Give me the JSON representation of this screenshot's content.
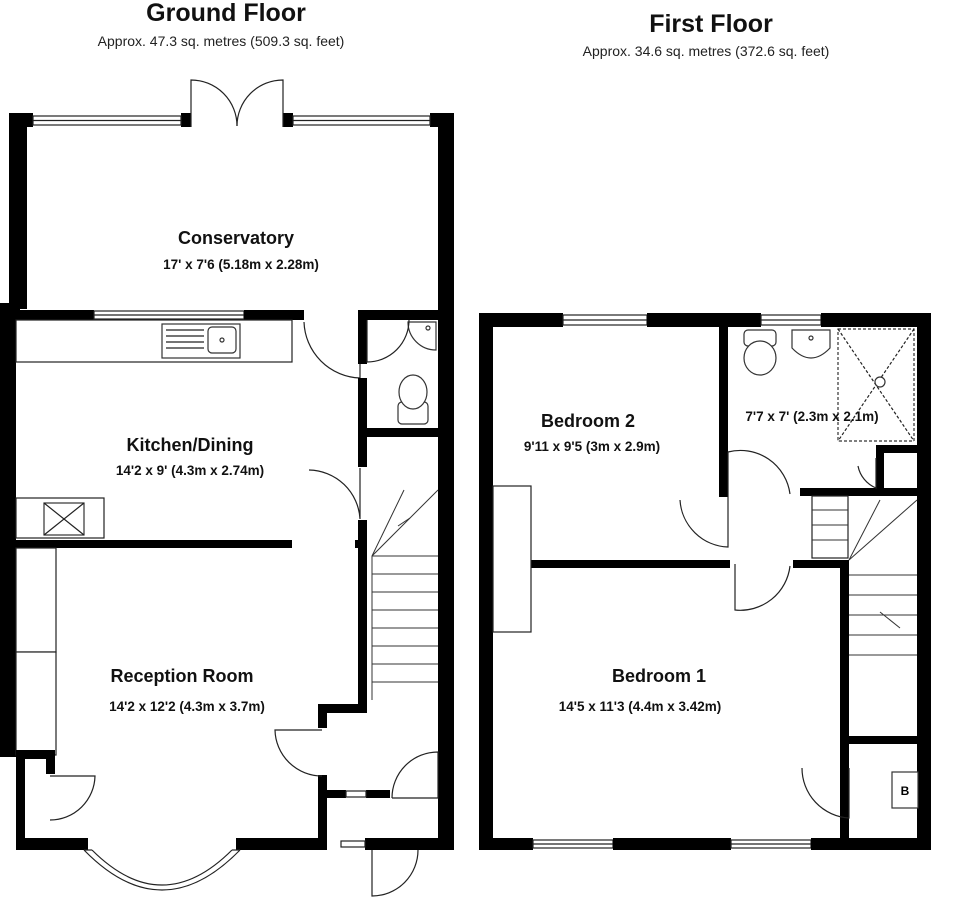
{
  "ground_floor": {
    "title": "Ground Floor",
    "area": "Approx. 47.3 sq. metres (509.3 sq. feet)",
    "rooms": [
      {
        "name": "Conservatory",
        "dims": "17' x 7'6 (5.18m x 2.28m)"
      },
      {
        "name": "Kitchen/Dining",
        "dims": "14'2 x 9' (4.3m x 2.74m)"
      },
      {
        "name": "Reception Room",
        "dims": "14'2 x 12'2 (4.3m x 3.7m)"
      }
    ]
  },
  "first_floor": {
    "title": "First Floor",
    "area": "Approx. 34.6 sq. metres (372.6 sq. feet)",
    "rooms": [
      {
        "name": "Bedroom 2",
        "dims": "9'11 x 9'5 (3m x 2.9m)"
      },
      {
        "name": "",
        "dims": "7'7 x 7' (2.3m x 2.1m)"
      },
      {
        "name": "Bedroom 1",
        "dims": "14'5 x 11'3 (4.4m x 3.42m)"
      }
    ],
    "boiler_label": "B"
  }
}
